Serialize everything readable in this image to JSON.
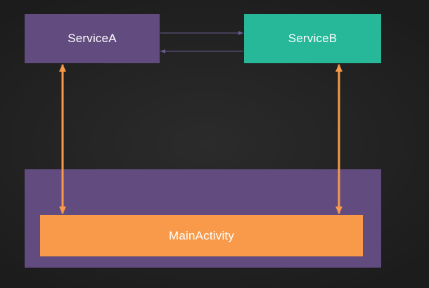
{
  "nodes": {
    "service_a": {
      "label": "ServiceA",
      "color": "#624b7f"
    },
    "service_b": {
      "label": "ServiceB",
      "color": "#26b899"
    },
    "main_container": {
      "label": "",
      "color": "#624b7f"
    },
    "main_activity": {
      "label": "MainActivity",
      "color": "#f89a49"
    }
  },
  "connectors": {
    "service_link_color": "#6a5a8e",
    "binding_arrow_color": "#f89a49"
  }
}
